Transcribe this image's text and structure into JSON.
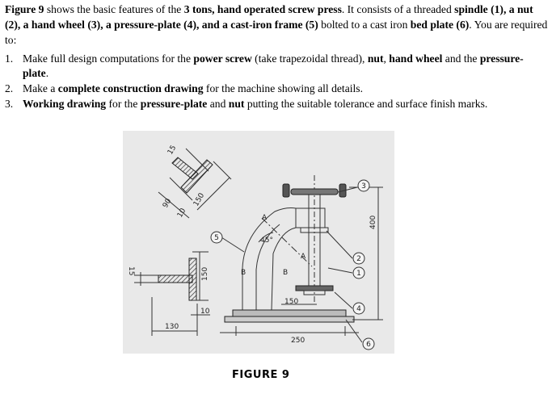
{
  "intro": {
    "p1": "Figure 9",
    "p2": " shows the basic features of the ",
    "p3": "3 tons, hand operated screw press",
    "p4": ". It consists of a threaded ",
    "p5": "spindle (1), a nut (2), a hand wheel (3), a pressure-plate (4), and a cast-iron frame (5)",
    "p6": " bolted to a cast iron ",
    "p7": "bed plate (6)",
    "p8": ". You are required to:"
  },
  "tasks": [
    {
      "num": "1.",
      "a": "Make full design computations for the ",
      "b": "power screw",
      "c": " (take trapezoidal thread), ",
      "d": "nut",
      "e": ", ",
      "f": "hand wheel",
      "g": " and the ",
      "h": "pressure-plate",
      "i": "."
    },
    {
      "num": "2.",
      "a": "Make a ",
      "b": "complete construction drawing",
      "c": " for the machine showing all details."
    },
    {
      "num": "3.",
      "a": "Working drawing",
      "b": " for the ",
      "c": "pressure-plate",
      "d": " and ",
      "e": "nut",
      "f": " putting the suitable tolerance and surface finish marks."
    }
  ],
  "figure": {
    "caption": "FIGURE 9",
    "dims": {
      "d15_top": "15",
      "d90": "90",
      "d10_top": "10",
      "d150_diag": "150",
      "d15_left": "15",
      "d150_left": "150",
      "d10_bottom": "10",
      "d130": "130",
      "d45": "45°",
      "d150_plate": "150",
      "d250": "250",
      "d400": "400"
    },
    "section_labels": {
      "a1": "A",
      "a2": "A",
      "b1": "B",
      "b2": "B"
    },
    "callouts": [
      "5",
      "3",
      "2",
      "1",
      "4",
      "6"
    ]
  }
}
